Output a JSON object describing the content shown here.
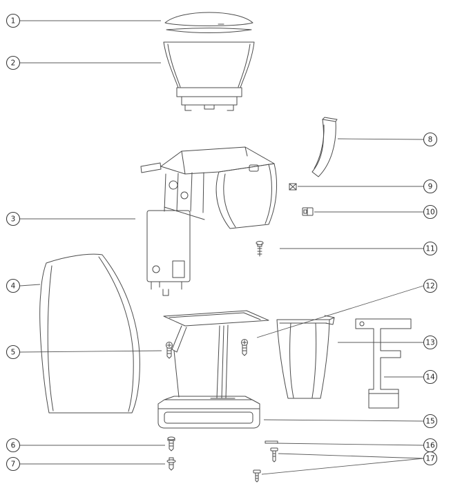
{
  "diagram": {
    "type": "exploded-parts-diagram",
    "subject": "coffee-grinder",
    "background_color": "#ffffff",
    "line_color": "#4a4a4a",
    "callout_color": "#3a3a3a",
    "callouts": [
      {
        "label": "1"
      },
      {
        "label": "2"
      },
      {
        "label": "3"
      },
      {
        "label": "4"
      },
      {
        "label": "5"
      },
      {
        "label": "6"
      },
      {
        "label": "7"
      },
      {
        "label": "8"
      },
      {
        "label": "9"
      },
      {
        "label": "10"
      },
      {
        "label": "11"
      },
      {
        "label": "12"
      },
      {
        "label": "13"
      },
      {
        "label": "14"
      },
      {
        "label": "15"
      },
      {
        "label": "16"
      },
      {
        "label": "17"
      }
    ]
  }
}
